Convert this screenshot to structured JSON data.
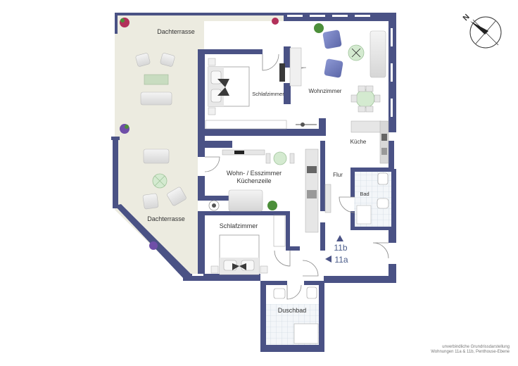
{
  "rooms": {
    "dachterrasse_top": "Dachterrasse",
    "dachterrasse_left": "Dachterrasse",
    "schlafzimmer_upper": "Schlafzimmer",
    "wohnzimmer": "Wohnzimmer",
    "kueche": "Küche",
    "wohn_esszimmer_line1": "Wohn- / Esszimmer",
    "wohn_esszimmer_line2": "Küchenzeile",
    "flur": "Flur",
    "bad": "Bad",
    "schlafzimmer_lower": "Schlafzimmer",
    "duschbad": "Duschbad"
  },
  "units": {
    "unit_b": "11b",
    "unit_a": "11a"
  },
  "compass": {
    "north_label": "N",
    "icon": "compass-icon"
  },
  "footer": {
    "line1": "unverbindliche Grundrissdarstellung",
    "line2": "Wohnungen 11a & 11b, Penthouse-Ebene"
  },
  "colors": {
    "wall": "#4a5285",
    "terrace": "#ecebe0",
    "floor": "#ffffff",
    "tile": "#e8eef4",
    "sofa": "#e6e6e6",
    "accent_chair": "#7b88c8",
    "plant": "#4c8f3a",
    "flower": "#b2305a"
  }
}
